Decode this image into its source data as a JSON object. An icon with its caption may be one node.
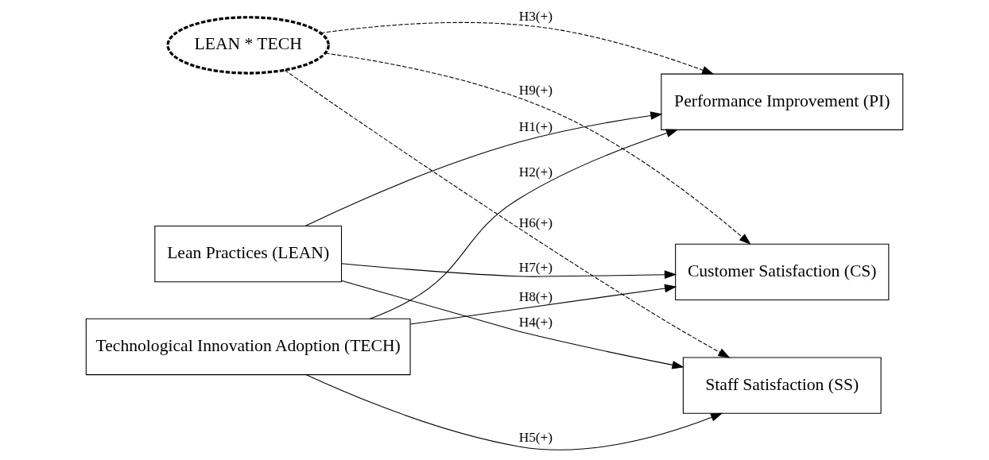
{
  "diagram": {
    "nodes": [
      {
        "text": [
          "Lean Practices (LEAN)"
        ]
      },
      {
        "text": [
          "Performance Improvement (PI)"
        ]
      },
      {
        "text": [
          "LEAN * TECH"
        ]
      },
      {
        "text": [
          "Staff Satisfaction (SS)"
        ]
      },
      {
        "text": [
          "Technological Innovation Adoption (TECH)"
        ]
      },
      {
        "text": [
          "Customer Satisfaction (CS)"
        ]
      }
    ],
    "edges": [
      {
        "from": 0,
        "to": 1,
        "arrow": "to",
        "label": "H1(+)"
      },
      {
        "from": 4,
        "to": 1,
        "arrow": "to",
        "label": "H2(+)"
      },
      {
        "from": 2,
        "to": 1,
        "arrow": "to",
        "label": "H3(+)",
        "style": "dashed"
      },
      {
        "from": 0,
        "to": 3,
        "arrow": "to",
        "label": "H4(+)"
      },
      {
        "from": 4,
        "to": 3,
        "arrow": "to",
        "label": "H5(+)"
      },
      {
        "from": 2,
        "to": 3,
        "arrow": "to",
        "label": "H6(+)",
        "style": "dashed"
      },
      {
        "from": 0,
        "to": 5,
        "arrow": "to",
        "label": "H7(+)"
      },
      {
        "from": 4,
        "to": 5,
        "arrow": "to",
        "label": "H8(+)"
      },
      {
        "from": 2,
        "to": 5,
        "arrow": "to",
        "label": "H9(+)",
        "style": "dashed"
      }
    ]
  }
}
